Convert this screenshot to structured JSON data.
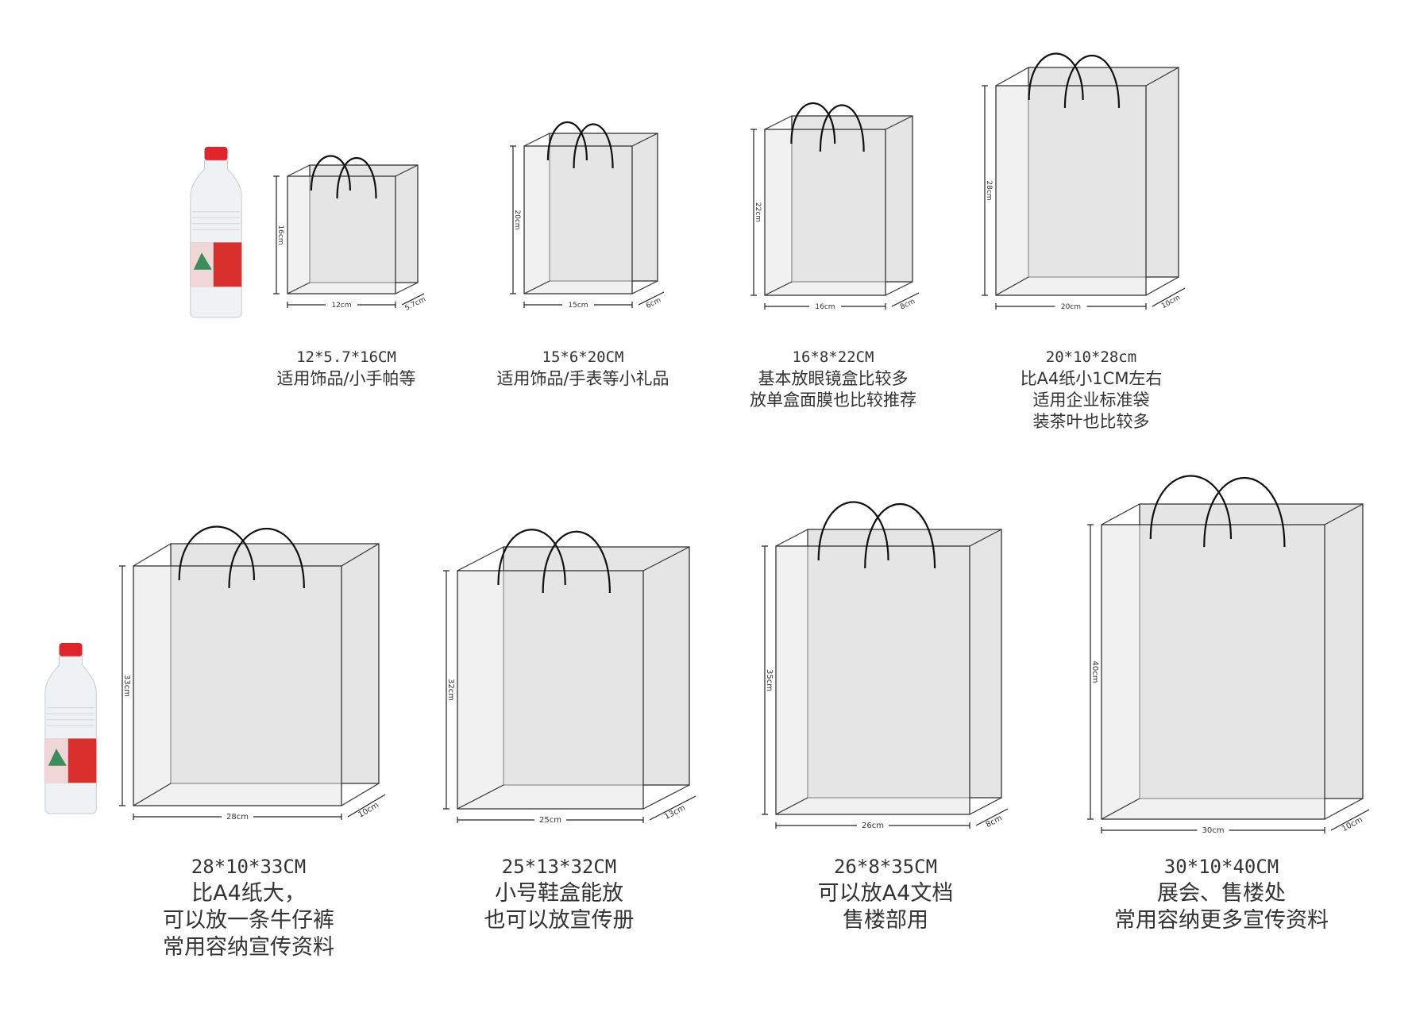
{
  "bags": [
    {
      "id": "bag-12",
      "size": "12*5.7*16CM",
      "desc": [
        "适用饰品/小手帕等"
      ],
      "width_label": "12cm",
      "height_label": "16cm",
      "depth_label": "5.7cm"
    },
    {
      "id": "bag-15",
      "size": "15*6*20CM",
      "desc": [
        "适用饰品/手表等小礼品"
      ],
      "width_label": "15cm",
      "height_label": "20cm",
      "depth_label": "6cm"
    },
    {
      "id": "bag-16",
      "size": "16*8*22CM",
      "desc": [
        "基本放眼镜盒比较多",
        "放单盒面膜也比较推荐"
      ],
      "width_label": "16cm",
      "height_label": "22cm",
      "depth_label": "8cm"
    },
    {
      "id": "bag-20",
      "size": "20*10*28cm",
      "desc": [
        "比A4纸小1CM左右",
        "适用企业标准袋",
        "装茶叶也比较多"
      ],
      "width_label": "20cm",
      "height_label": "28cm",
      "depth_label": "10cm"
    },
    {
      "id": "bag-28",
      "size": "28*10*33CM",
      "desc": [
        "比A4纸大，",
        "可以放一条牛仔裤",
        "常用容纳宣传资料"
      ],
      "width_label": "28cm",
      "height_label": "33cm",
      "depth_label": "10cm"
    },
    {
      "id": "bag-25",
      "size": "25*13*32CM",
      "desc": [
        "小号鞋盒能放",
        "也可以放宣传册"
      ],
      "width_label": "25cm",
      "height_label": "32cm",
      "depth_label": "13cm"
    },
    {
      "id": "bag-26",
      "size": "26*8*35CM",
      "desc": [
        "可以放A4文档",
        "售楼部用"
      ],
      "width_label": "26cm",
      "height_label": "35cm",
      "depth_label": "8cm"
    },
    {
      "id": "bag-30",
      "size": "30*10*40CM",
      "desc": [
        "展会、售楼处",
        "常用容纳更多宣传资料"
      ],
      "width_label": "30cm",
      "height_label": "40cm",
      "depth_label": "10cm"
    }
  ],
  "colors": {
    "bag_fill": "#e5e5e5",
    "outline": "#333333",
    "bottle_cap": "#e0242b",
    "bottle_label": "#d9302e"
  }
}
